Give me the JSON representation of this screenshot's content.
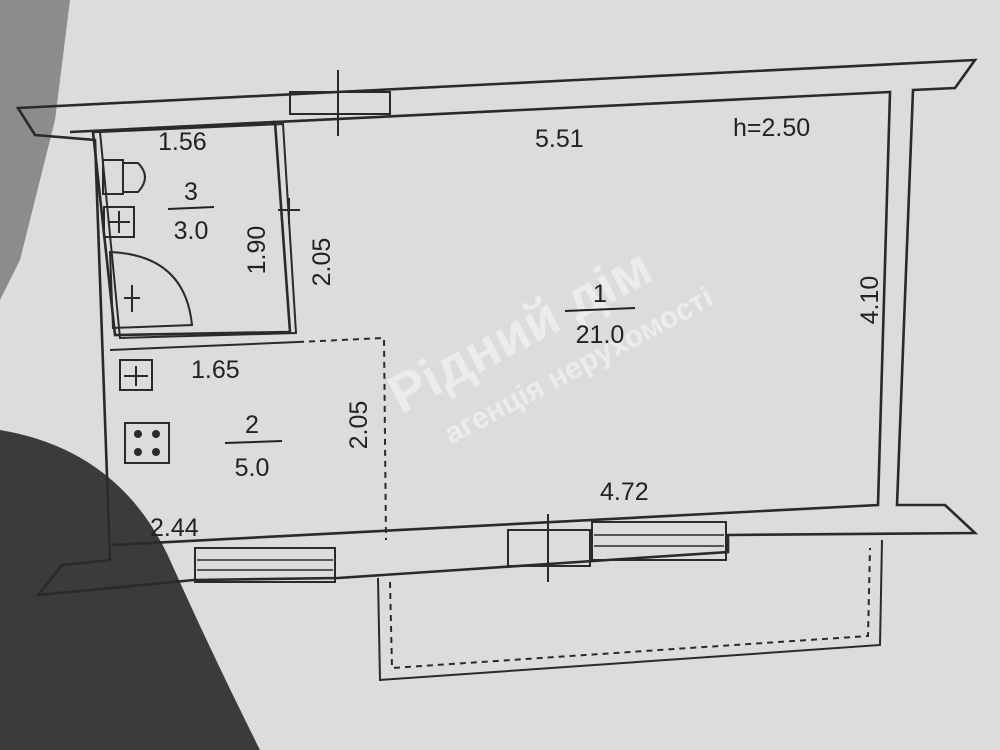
{
  "plan": {
    "ceiling_height": "h=2.50",
    "rooms": [
      {
        "number": "1",
        "area": "21.0",
        "width_top": "5.51",
        "width_bottom": "4.72",
        "depth": "4.10"
      },
      {
        "number": "2",
        "area": "5.0",
        "width_top": "1.65",
        "width_bottom": "2.44",
        "depth": "2.05"
      },
      {
        "number": "3",
        "area": "3.0",
        "width": "1.56",
        "depth": "1.90"
      }
    ],
    "partition_depth": "2.05"
  },
  "watermark": {
    "line1": "Рідний дім",
    "line2": "агенція нерухомості"
  },
  "colors": {
    "background": "#d9d9d7",
    "paper": "#e6e7e4",
    "ink": "#2a2a2a",
    "shadow": "#3b3b3a"
  }
}
